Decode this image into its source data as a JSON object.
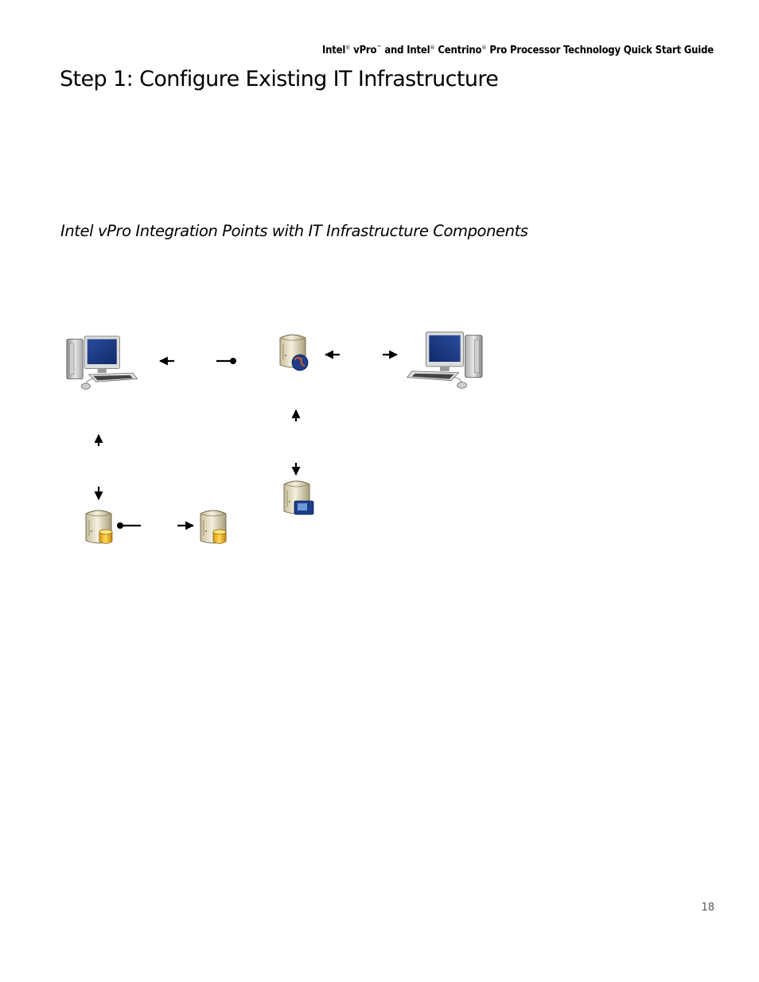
{
  "header": {
    "brand1": "Intel",
    "reg": "®",
    "vpro": "vPro",
    "tm": "™",
    "mid": "and Intel",
    "centrino": "Centrino",
    "rest": "Pro Processor Technology Quick Start Guide"
  },
  "page_title": "Step 1:  Configure Existing IT Infrastructure",
  "section_heading": "Intel vPro Integration Points with IT Infrastructure Components",
  "diagram": {
    "nodes": [
      {
        "name": "managed-client-pc-left",
        "icon": "desktop-computer-icon"
      },
      {
        "name": "setup-config-server",
        "icon": "server-with-globe-icon"
      },
      {
        "name": "management-console-pc-right",
        "icon": "desktop-computer-icon"
      },
      {
        "name": "directory-server",
        "icon": "server-with-monitor-icon"
      },
      {
        "name": "dhcp-dns-server-1",
        "icon": "server-with-database-icon"
      },
      {
        "name": "dhcp-dns-server-2",
        "icon": "server-with-database-icon"
      }
    ]
  },
  "page_number": "18"
}
